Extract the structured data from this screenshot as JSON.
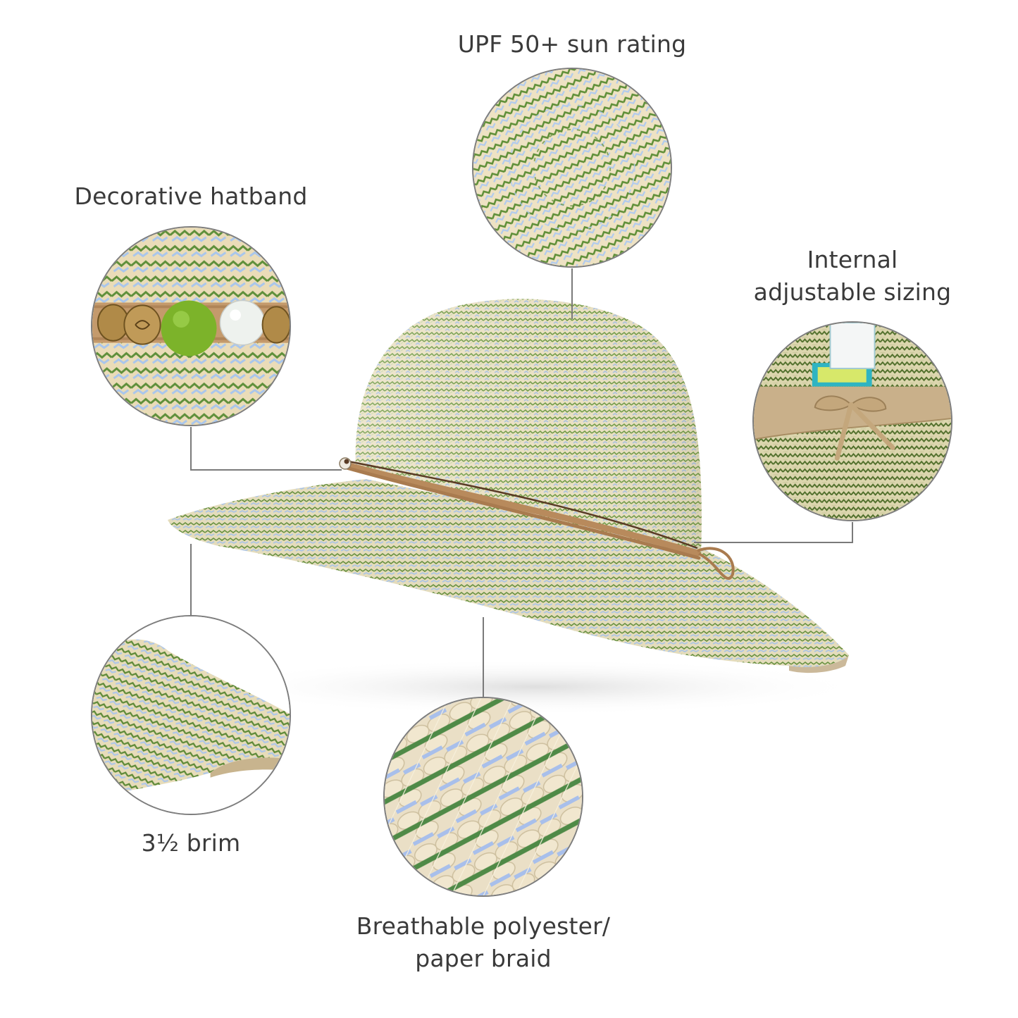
{
  "features": [
    {
      "id": "upf",
      "label": "UPF 50+ sun rating",
      "detail": "spiral-braid-closeup"
    },
    {
      "id": "hatband",
      "label": "Decorative hatband",
      "detail": "beaded-hatband-closeup"
    },
    {
      "id": "sizing",
      "label_lines": [
        "Internal",
        "adjustable sizing"
      ],
      "detail": "inner-tie-sweatband-closeup"
    },
    {
      "id": "brim",
      "label": "3½ brim",
      "detail": "brim-edge-closeup"
    },
    {
      "id": "material",
      "label_lines": [
        "Breathable polyester/",
        "paper braid"
      ],
      "detail": "braid-weave-macro"
    }
  ],
  "product": {
    "name": "wide-brim straw sun hat",
    "colors": {
      "straw_cream": "#efe3c4",
      "braid_green": "#5e8a3a",
      "braid_blue": "#a9c4e8",
      "band_tan": "#b88a5c",
      "band_dark": "#5a3b25",
      "sweatband_tan": "#c9b08a",
      "connector_gray": "#7a7a7a",
      "text_gray": "#3a3a3a"
    }
  }
}
